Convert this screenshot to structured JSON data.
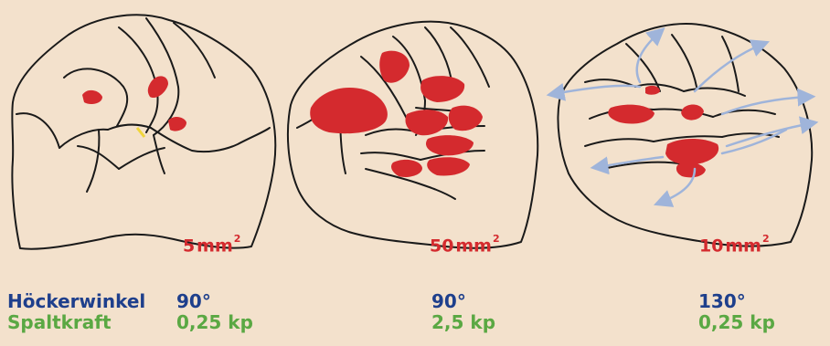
{
  "colors": {
    "background": "#f3e1cc",
    "contact_area": "#d42a2e",
    "outline": "#1a1a1a",
    "arrow": "#9fb4da",
    "row_label_angle": "#1e3f8c",
    "row_label_force": "#5aa843"
  },
  "teeth": [
    {
      "area_value": "5",
      "area_unit": "mm",
      "area_exp": "2",
      "angle": "90°",
      "force": "0,25 kp"
    },
    {
      "area_value": "50",
      "area_unit": "mm",
      "area_exp": "2",
      "angle": "90°",
      "force": "2,5 kp"
    },
    {
      "area_value": "10",
      "area_unit": "mm",
      "area_exp": "2",
      "angle": "130°",
      "force": "0,25 kp"
    }
  ],
  "row_labels": {
    "angle": "Höckerwinkel",
    "force": "Spaltkraft"
  }
}
